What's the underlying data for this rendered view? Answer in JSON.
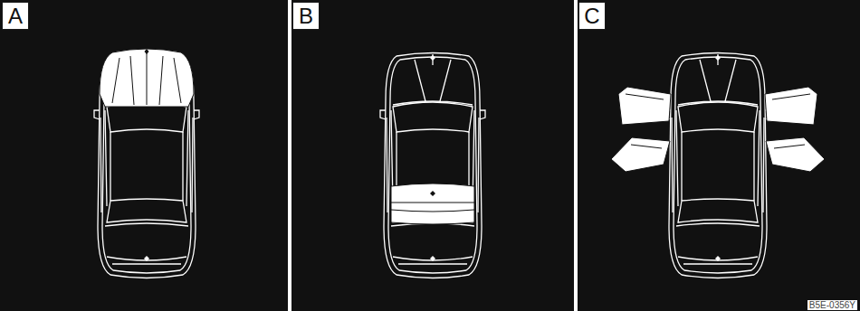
{
  "diagram": {
    "nodes": [
      {
        "text": [
          "A"
        ]
      },
      {
        "text": [
          "B"
        ]
      },
      {
        "text": [
          "C"
        ]
      }
    ],
    "labels": [
      "B5E-0356Y"
    ]
  }
}
